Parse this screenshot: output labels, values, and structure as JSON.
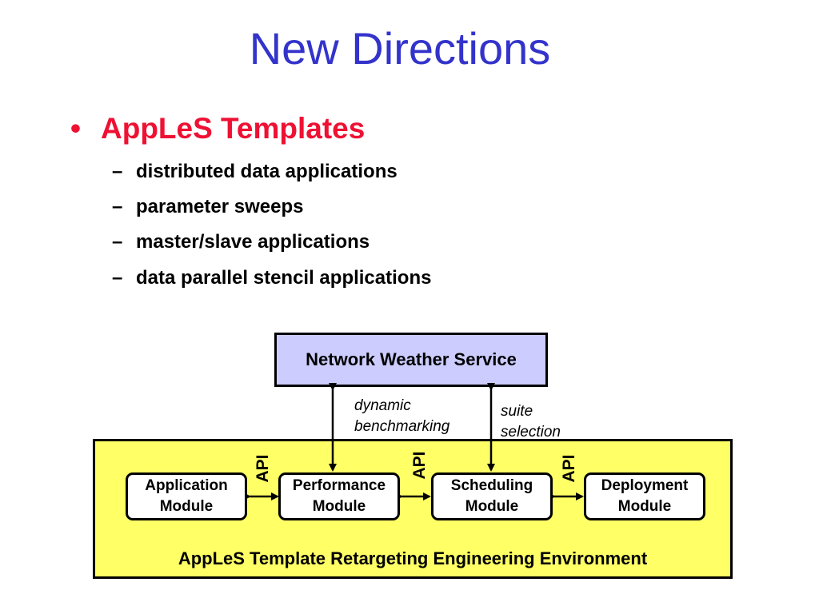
{
  "slide": {
    "title": "New Directions",
    "bullet": {
      "marker": "•",
      "text": "AppLeS Templates",
      "subitems": [
        {
          "marker": "–",
          "text": "distributed data applications"
        },
        {
          "marker": "–",
          "text": "parameter sweeps"
        },
        {
          "marker": "–",
          "text": "master/slave applications"
        },
        {
          "marker": "–",
          "text": "data parallel stencil applications"
        }
      ]
    }
  },
  "diagram": {
    "nws_label": "Network Weather Service",
    "env_label": "AppLeS Template Retargeting Engineering Environment",
    "modules": [
      {
        "line1": "Application",
        "line2": "Module"
      },
      {
        "line1": "Performance",
        "line2": "Module"
      },
      {
        "line1": "Scheduling",
        "line2": "Module"
      },
      {
        "line1": "Deployment",
        "line2": "Module"
      }
    ],
    "api_labels": [
      "API",
      "API",
      "API"
    ],
    "note_left": {
      "line1": "dynamic",
      "line2": "benchmarking"
    },
    "note_right": {
      "line1": "suite",
      "line2": "selection"
    },
    "colors": {
      "title": "#3333cc",
      "bullet": "#ee1133",
      "nws_fill": "#ccccff",
      "env_fill": "#ffff66"
    }
  }
}
